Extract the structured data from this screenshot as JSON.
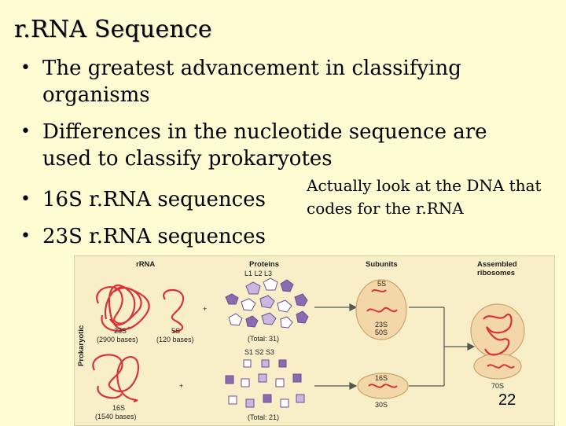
{
  "title": "r.RNA Sequence",
  "bullets": [
    "The greatest advancement in classifying organisms",
    "Differences in the nucleotide sequence are used to classify prokaryotes",
    "16S r.RNA sequences",
    "23S r.RNA sequences"
  ],
  "bullet_symbol": "•",
  "note": "Actually look at the DNA that codes for the r.RNA",
  "figure": {
    "headers": {
      "rrna": "rRNA",
      "proteins": "Proteins",
      "subunits": "Subunits",
      "assembled_line1": "Assembled",
      "assembled_line2": "ribosomes"
    },
    "side_label": "Prokaryotic",
    "large": {
      "protein_names": "L1  L2  L3",
      "rrna_23s": "23S",
      "rrna_23s_bases": "(2900 bases)",
      "rrna_5s": "5S",
      "rrna_5s_bases": "(120 bases)",
      "protein_total": "(Total: 31)",
      "subunit_5s": "5S",
      "subunit_23s": "23S",
      "subunit_name": "50S"
    },
    "small": {
      "protein_names": "S1  S2  S3",
      "rrna_16s": "16S",
      "rrna_16s_bases": "(1540 bases)",
      "protein_total": "(Total: 21)",
      "subunit_16s": "16S",
      "subunit_name": "30S"
    },
    "plus": "+",
    "assembled_name": "70S",
    "colors": {
      "rrna": "#d9333a",
      "protein": "#8a6bb0",
      "protein_light": "#c9b8df",
      "subunit": "#f4d7a8",
      "subunit_edge": "#c9a46a",
      "arrow": "#555555"
    }
  },
  "page_number": "22"
}
